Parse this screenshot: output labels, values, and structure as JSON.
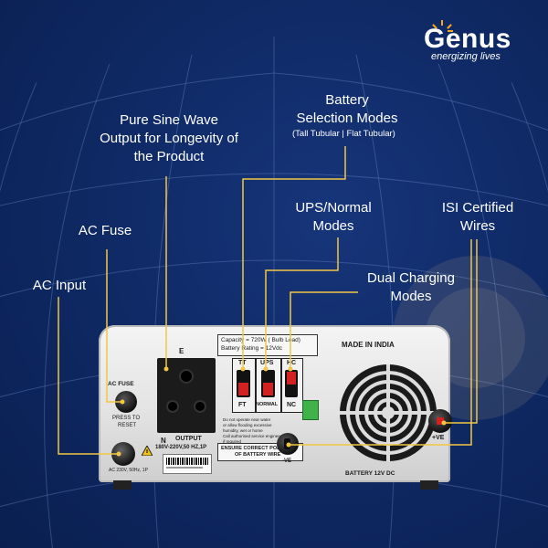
{
  "brand": {
    "name": "Genus",
    "tagline": "energizing lives"
  },
  "callouts": {
    "sine_wave": [
      "Pure Sine Wave",
      "Output for Longevity of",
      "the Product"
    ],
    "battery_modes": [
      "Battery",
      "Selection Modes"
    ],
    "battery_modes_sub": "(Tall Tubular | Flat Tubular)",
    "ups_modes": [
      "UPS/Normal",
      "Modes"
    ],
    "isi_wires": [
      "ISI Certified",
      "Wires"
    ],
    "ac_fuse": "AC Fuse",
    "ac_input": "AC Input",
    "dual_charging": [
      "Dual Charging",
      "Modes"
    ]
  },
  "device": {
    "capacity_line1": "Capacity = 720W ( Bulb Load)",
    "capacity_line2": "Battery Rating = 12Vdc",
    "made_in": "MADE IN INDIA",
    "ac_fuse": "AC FUSE",
    "press_to_reset": [
      "PRESS TO",
      "RESET"
    ],
    "socket_earth": "E",
    "socket_neutral": "N",
    "output": "OUTPUT",
    "output_spec": "180V-220V,50 HZ,1P",
    "ac_input_spec": "AC 230V, 50Hz, 1P",
    "sw_tt": "TT",
    "sw_ft": "FT",
    "sw_ups": "UPS",
    "sw_normal": "NORMAL",
    "sw_hc": "HC",
    "sw_nc": "NC",
    "warn_lines": [
      "Do not operate near water",
      "or allow flooding excessive",
      "humidity, wet or home",
      "Call authorised service engineer",
      "if required"
    ],
    "polarity": [
      "ENSURE CORRECT POLARITY",
      "OF BATTERY WIRE"
    ],
    "plus_ve": "+VE",
    "minus_ve": "-VE",
    "battery_dc": "BATTERY 12V DC"
  }
}
